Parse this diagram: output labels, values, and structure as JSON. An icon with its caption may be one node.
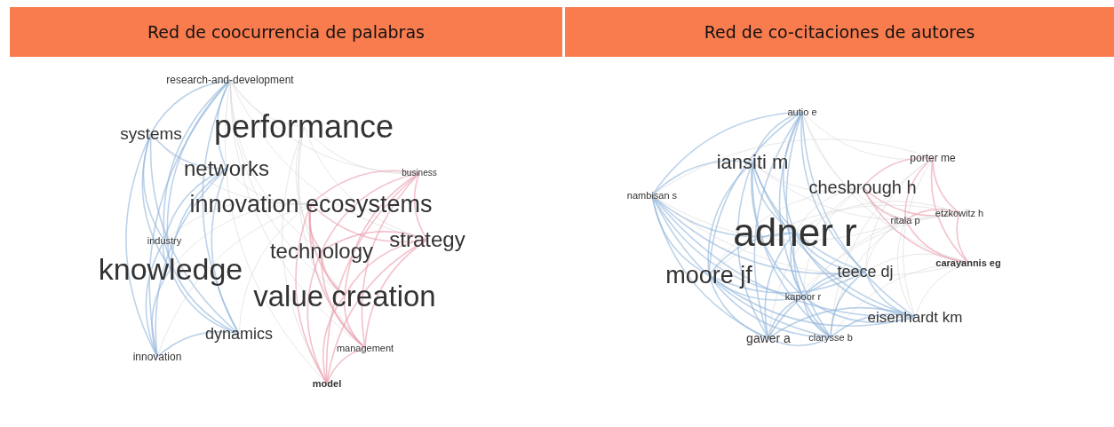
{
  "diagram": {
    "nodes": [
      {
        "text": [
          "Red de coocurrencia de palabras"
        ]
      },
      {
        "text": [
          "Red de co-citaciones de autores"
        ]
      }
    ],
    "edges": [],
    "labels": [
      "research-and-development",
      "systems",
      "performance",
      "networks",
      "business",
      "innovation ecosystems",
      "strategy",
      "industry",
      "technology",
      "knowledge",
      "value creation",
      "dynamics",
      "management",
      "innovation",
      "model",
      "autio e",
      "iansiti m",
      "porter me",
      "chesbrough h",
      "nambisan s",
      "etzkowitz h",
      "ritala p",
      "adner r",
      "carayannis eg",
      "moore jf",
      "teece dj",
      "kapoor r",
      "eisenhardt km",
      "gawer a",
      "clarysse b"
    ]
  }
}
